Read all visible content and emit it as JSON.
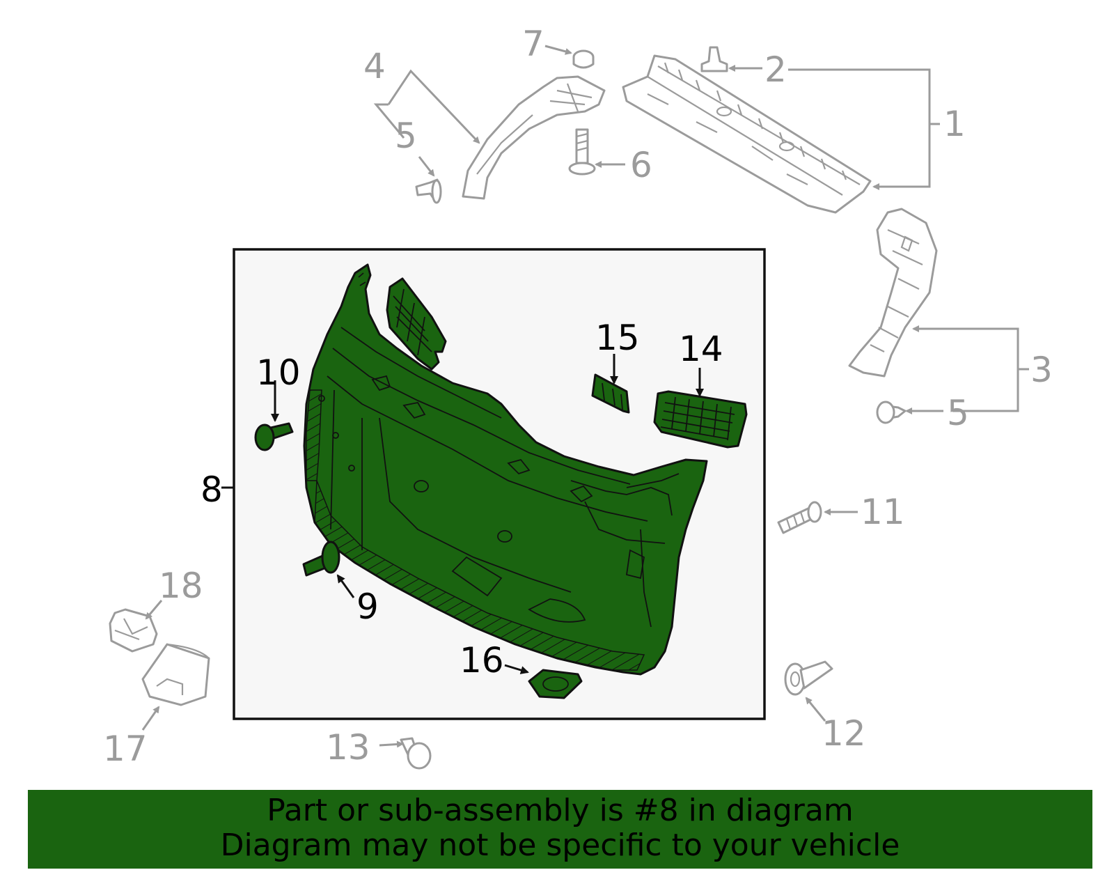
{
  "callouts": {
    "n1": "1",
    "n2": "2",
    "n3": "3",
    "n4": "4",
    "n5a": "5",
    "n5b": "5",
    "n6": "6",
    "n7": "7",
    "n8": "8",
    "n9": "9",
    "n10": "10",
    "n11": "11",
    "n12": "12",
    "n13": "13",
    "n14": "14",
    "n15": "15",
    "n16": "16",
    "n17": "17",
    "n18": "18"
  },
  "highlight_part": "8",
  "colors": {
    "highlight": "#1a6410",
    "other_parts": "#9b9b9b",
    "panel_bg": "#f7f7f7"
  },
  "footer": {
    "line1": "Part or sub-assembly is #8 in diagram",
    "line2": "Diagram may not be specific to your vehicle"
  }
}
